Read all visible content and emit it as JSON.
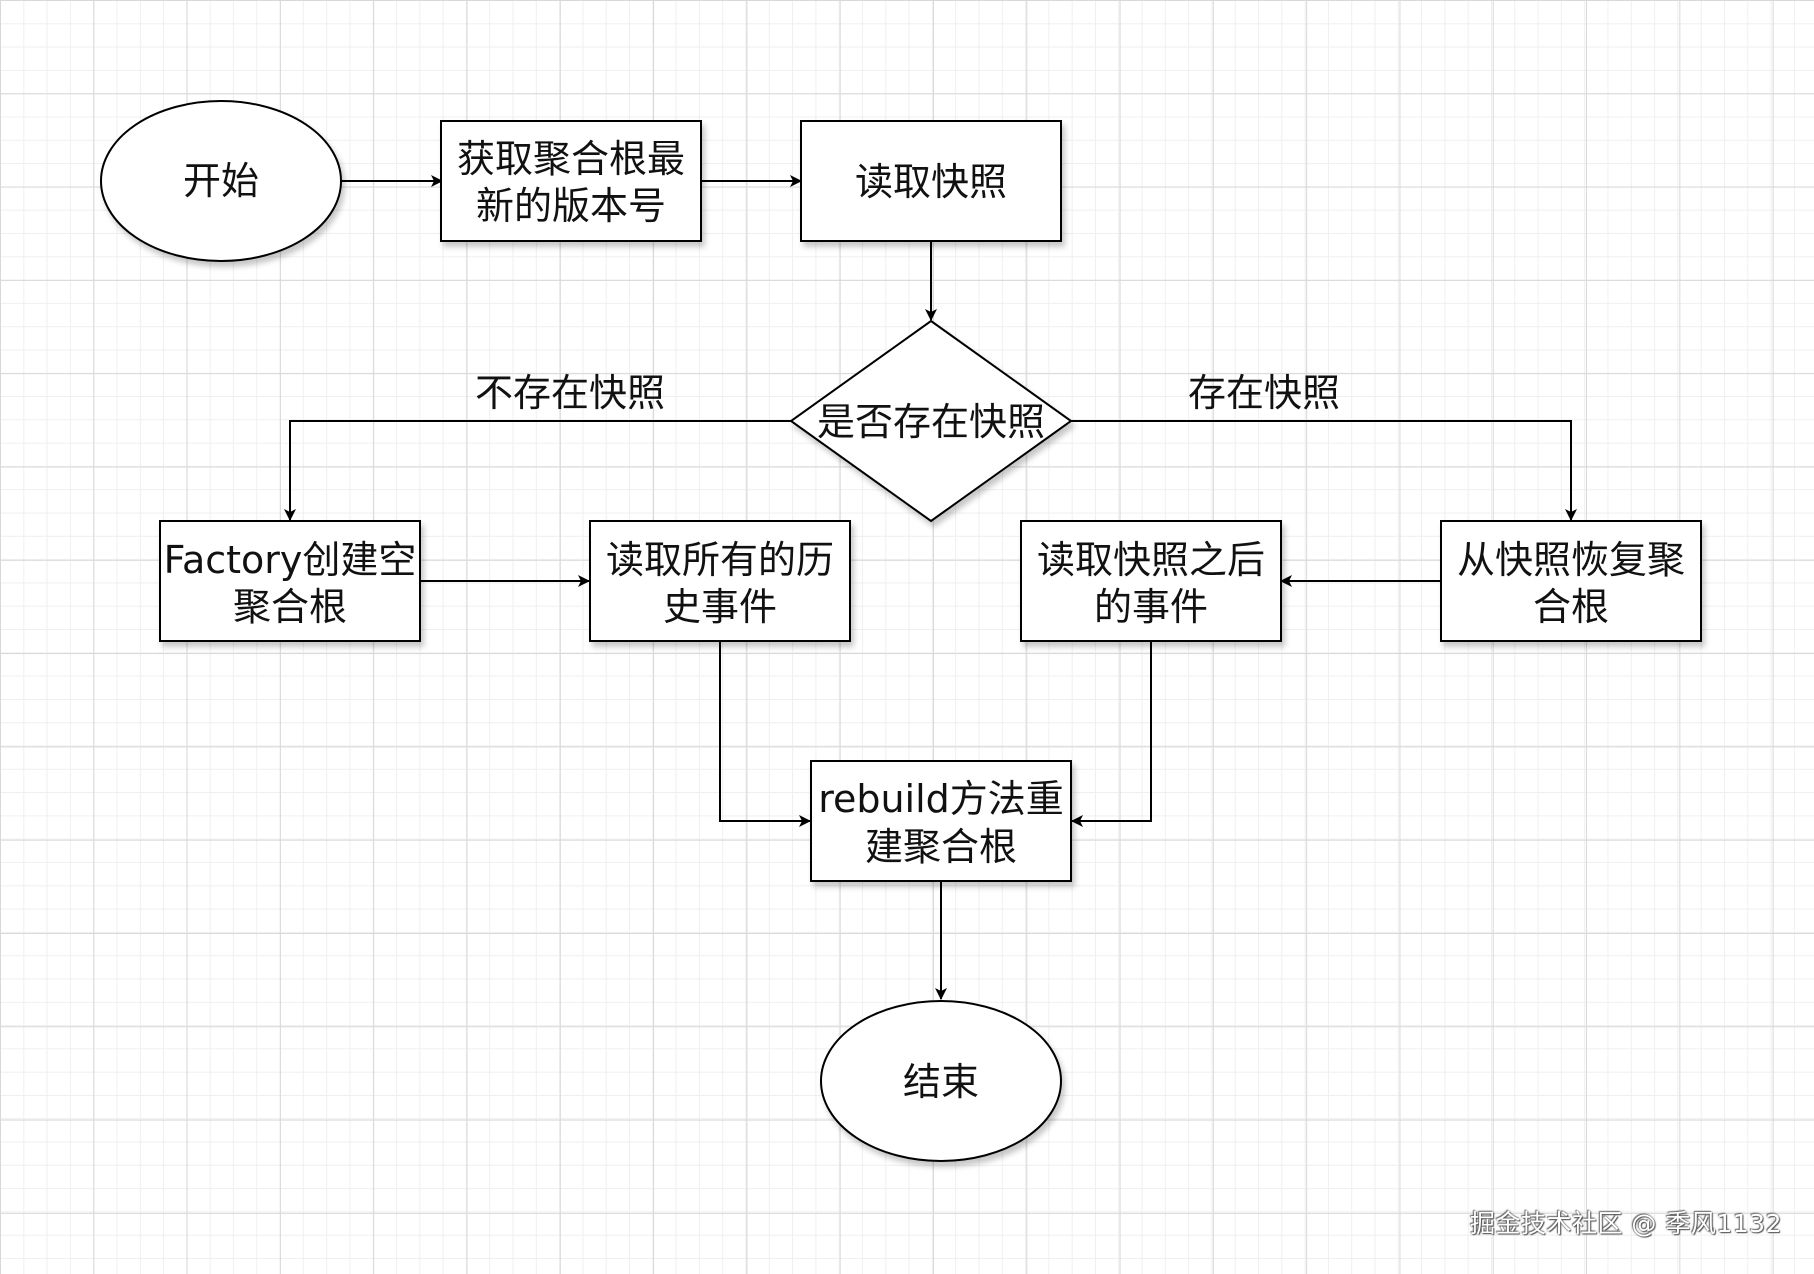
{
  "nodes": {
    "start": {
      "lines": [
        "开始"
      ]
    },
    "get_version": {
      "lines": [
        "获取聚合根最",
        "新的版本号"
      ]
    },
    "read_snapshot": {
      "lines": [
        "读取快照"
      ]
    },
    "decision": {
      "lines": [
        "是否存在快照"
      ]
    },
    "factory": {
      "lines": [
        "Factory创建空",
        "聚合根"
      ]
    },
    "read_all": {
      "lines": [
        "读取所有的历",
        "史事件"
      ]
    },
    "read_after": {
      "lines": [
        "读取快照之后",
        "的事件"
      ]
    },
    "restore": {
      "lines": [
        "从快照恢复聚",
        "合根"
      ]
    },
    "rebuild": {
      "lines": [
        "rebuild方法重",
        "建聚合根"
      ]
    },
    "end": {
      "lines": [
        "结束"
      ]
    }
  },
  "edge_labels": {
    "no_snapshot": "不存在快照",
    "has_snapshot": "存在快照"
  },
  "watermark": "掘金技术社区 @ 季风1132"
}
